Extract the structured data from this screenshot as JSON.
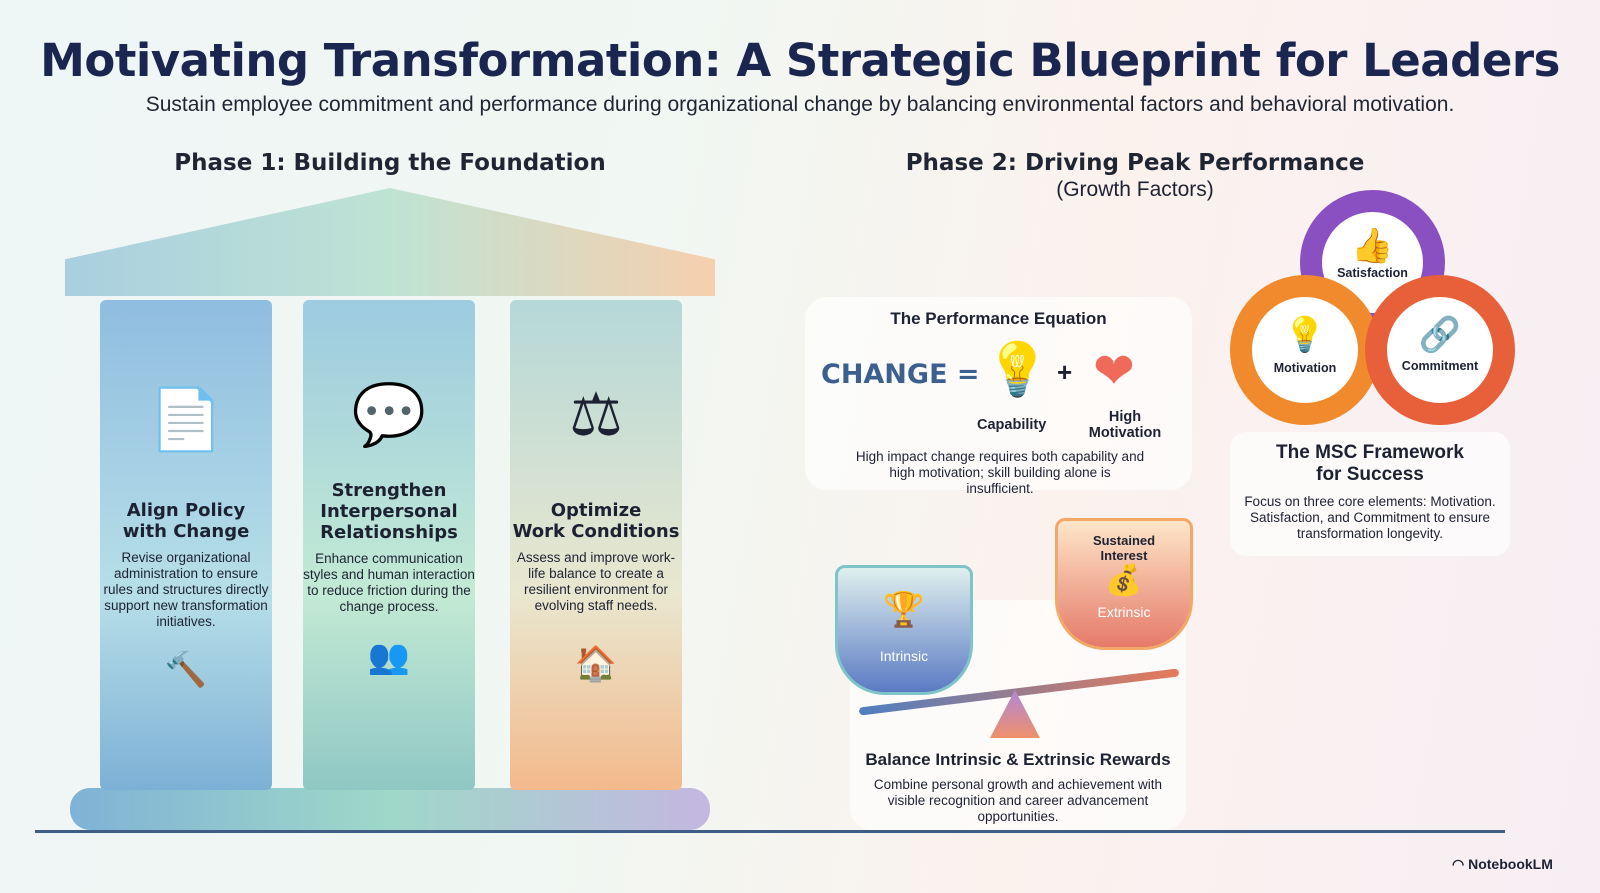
{
  "title": "Motivating Transformation: A Strategic Blueprint for Leaders",
  "subtitle": "Sustain employee commitment and performance during organizational change by balancing environmental factors and behavioral motivation.",
  "phase1": {
    "heading": "Phase 1: Building the Foundation",
    "pillars": [
      {
        "title_l1": "Align Policy",
        "title_l2": "with Change",
        "desc": "Revise organizational administration to ensure rules and structures directly support new transformation initiatives.",
        "icon": "document-gavel-icon",
        "small_icon": "gavel-icon"
      },
      {
        "title_l1": "Strengthen",
        "title_l2": "Interpersonal",
        "title_l3": "Relationships",
        "desc": "Enhance communication styles and human interaction to reduce friction during the change process.",
        "icon": "people-chat-icon",
        "small_icon": "people-icon"
      },
      {
        "title_l1": "Optimize",
        "title_l2": "Work Conditions",
        "desc": "Assess and improve work-life balance to create a resilient environment for evolving staff needs.",
        "icon": "balance-scale-icon",
        "small_icon": "house-heart-icon"
      }
    ]
  },
  "phase2": {
    "heading": "Phase 2: Driving Peak Performance",
    "subheading": "(Growth Factors)",
    "equation": {
      "title": "The Performance Equation",
      "lhs": "CHANGE",
      "equals": "=",
      "plus": "+",
      "term1": "Capability",
      "term2_l1": "High",
      "term2_l2": "Motivation",
      "desc": "High impact change requires both capability and high motivation; skill building alone is insufficient."
    },
    "msc": {
      "labels": [
        "Satisfaction",
        "Motivation",
        "Commitment"
      ],
      "title_l1": "The MSC Framework",
      "title_l2": "for Success",
      "desc": "Focus on three core elements: Motivation. Satisfaction, and Commitment to ensure transformation longevity.",
      "colors": [
        "#8a4fc0",
        "#f08a2c",
        "#e8603a"
      ]
    },
    "balance": {
      "cup_left": "Intrinsic",
      "cup_right": "Extrinsic",
      "cup_right_top": "Sustained Interest",
      "title": "Balance Intrinsic & Extrinsic Rewards",
      "desc": "Combine personal growth and achievement with visible recognition and career advancement opportunities."
    }
  },
  "brand": "NotebookLM"
}
